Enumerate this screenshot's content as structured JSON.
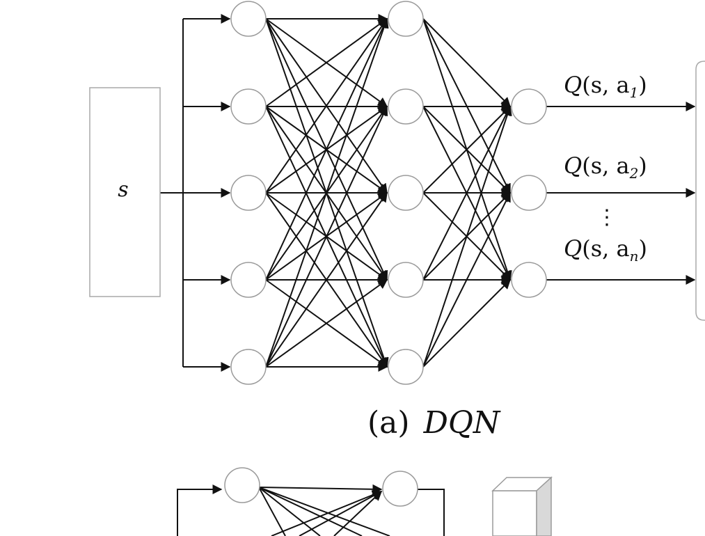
{
  "input": {
    "label": "s"
  },
  "outputs": [
    {
      "q": "Q",
      "args": "(s, a",
      "sub": "1",
      "close": ")"
    },
    {
      "q": "Q",
      "args": "(s, a",
      "sub": "2",
      "close": ")"
    },
    {
      "q": "Q",
      "args": "(s, a",
      "sub": "n",
      "close": ")"
    }
  ],
  "ellipsis": "⋮",
  "caption": {
    "paren": "(a)",
    "name": "DQN"
  },
  "layers": {
    "hidden1": 5,
    "hidden2": 5,
    "output": 3
  },
  "colors": {
    "stroke": "#111111",
    "node_stroke": "#9a9a9a",
    "box_stroke": "#a8a8a8",
    "side_fill": "#d9d9d9"
  }
}
